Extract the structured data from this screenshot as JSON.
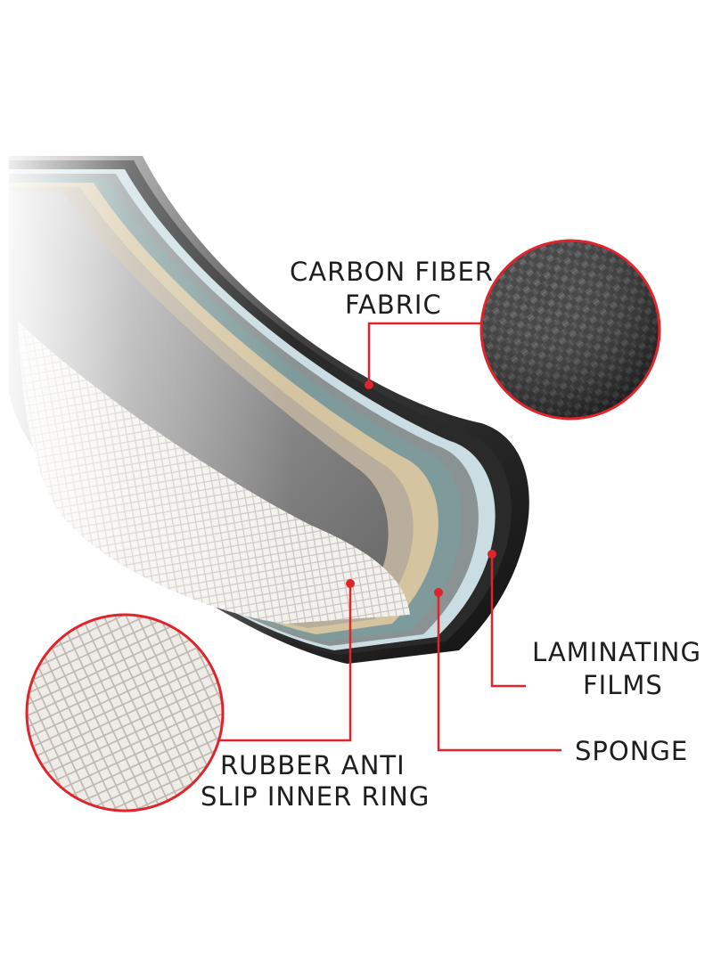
{
  "labels": {
    "carbon_fiber_line1": "CARBON FIBER",
    "carbon_fiber_line2": "FABRIC",
    "laminating_line1": "LAMINATING",
    "laminating_line2": "FILMS",
    "sponge": "SPONGE",
    "rubber_line1": "RUBBER ANTI",
    "rubber_line2": "SLIP INNER RING"
  },
  "colors": {
    "callout_line": "#e0242b",
    "label_text": "#1e1e1e",
    "carbon_layer": "#1a1a1a",
    "laminating_film": "#c9dde2",
    "gray_film": "#8a9294",
    "teal_layer": "#7f9a9a",
    "sponge_layer": "#d4c4a0",
    "rubber_layer": "#eeeeee"
  }
}
